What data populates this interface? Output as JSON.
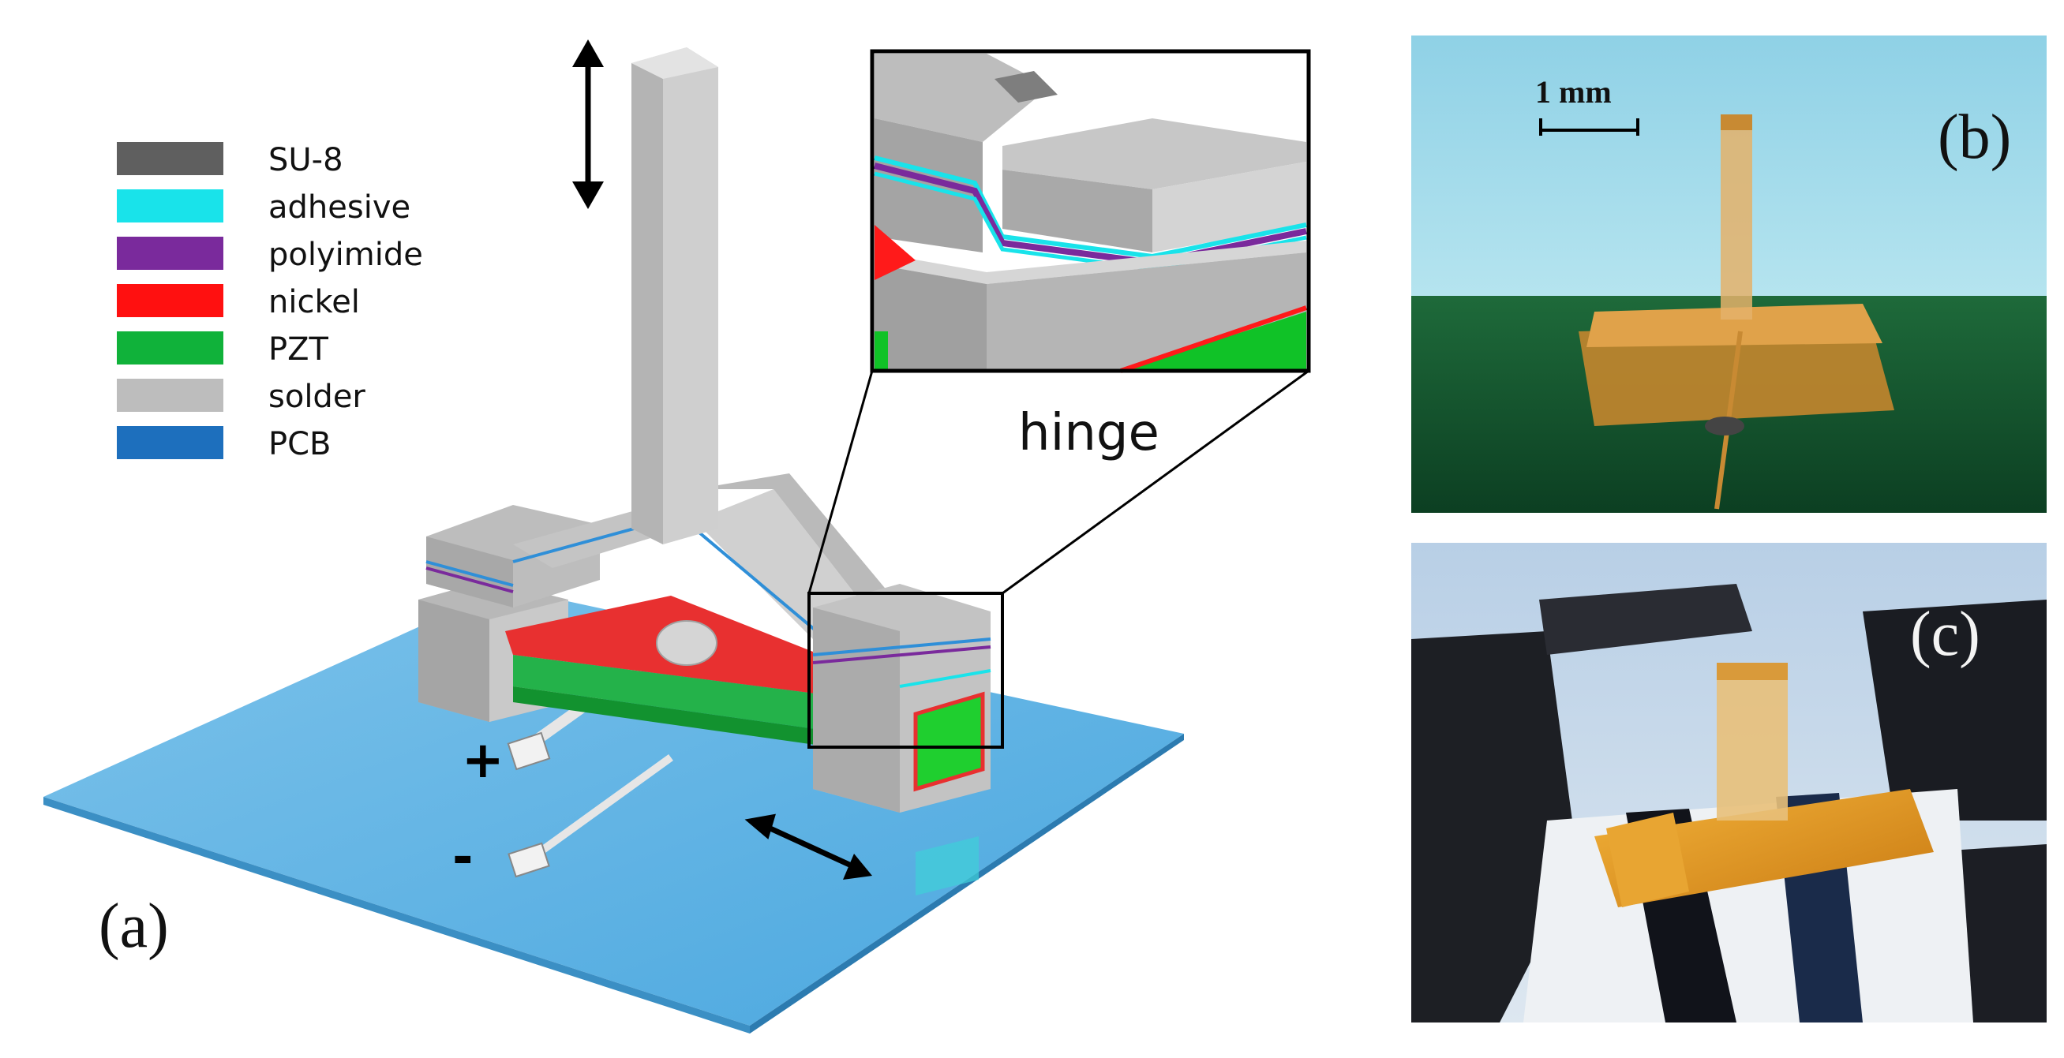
{
  "legend": {
    "items": [
      {
        "label": "SU-8",
        "color": "#5f5f5f"
      },
      {
        "label": "adhesive",
        "color": "#19e3ea"
      },
      {
        "label": "polyimide",
        "color": "#7a2a9c"
      },
      {
        "label": "nickel",
        "color": "#ff1010"
      },
      {
        "label": "PZT",
        "color": "#10b23a"
      },
      {
        "label": "solder",
        "color": "#bdbdbd"
      },
      {
        "label": "PCB",
        "color": "#1d6fbd"
      }
    ]
  },
  "inset": {
    "label": "hinge"
  },
  "terminals": {
    "positive": "+",
    "negative": "-"
  },
  "panels": {
    "a": "(a)",
    "b": "(b)",
    "c": "(c)"
  },
  "scale_bar": {
    "label": "1 mm"
  }
}
